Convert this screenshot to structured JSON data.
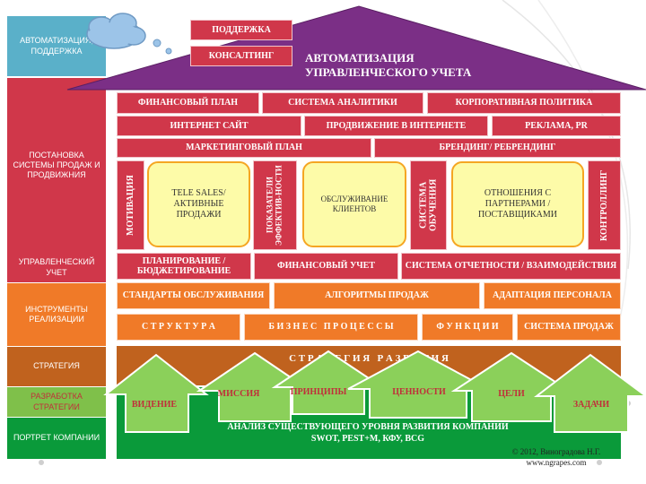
{
  "sidebar": [
    {
      "label": "АВТОМАТИЗАЦИЯ, ПОДДЕРЖКА",
      "color": "#5ab0c9"
    },
    {
      "label": "ПОСТАНОВКА СИСТЕМЫ ПРОДАЖ И ПРОДВИЖНИЯ",
      "color": "#d0374a"
    },
    {
      "label": "УПРАВЛЕНЧЕСКИЙ УЧЕТ",
      "color": "#d0374a"
    },
    {
      "label": "ИНСТРУМЕНТЫ РЕАЛИЗАЦИИ",
      "color": "#f07a28"
    },
    {
      "label": "СТРАТЕГИЯ",
      "color": "#c0621e"
    },
    {
      "label": "РАЗРАБОТКА СТРАТЕГИИ",
      "color": "#7fc04a"
    },
    {
      "label": "ПОРТРЕТ КОМПАНИИ",
      "color": "#0a9a3a"
    }
  ],
  "roof": {
    "title_line1": "АВТОМАТИЗАЦИЯ",
    "title_line2": "УПРАВЛЕНЧЕСКОГО УЧЕТА",
    "support": "ПОДДЕРЖКА",
    "consulting": "КОНСАЛТИНГ",
    "color": "#7b2f86"
  },
  "sales_rows": {
    "row1": [
      "ФИНАНСОВЫЙ ПЛАН",
      "СИСТЕМА АНАЛИТИКИ",
      "КОРПОРАТИВНАЯ ПОЛИТИКА"
    ],
    "row2": [
      "ИНТЕРНЕТ САЙТ",
      "ПРОДВИЖЕНИЕ В ИНТЕРНЕТЕ",
      "РЕКЛАМА, PR"
    ],
    "row3": [
      "МАРКЕТИНГОВЫЙ ПЛАН",
      "БРЕНДИНГ/ РЕБРЕНДИНГ"
    ]
  },
  "pillars": {
    "motivation": "МОТИВАЦИЯ",
    "kpi": "ПОКАЗАТЕЛИ ЭФФЕКТИВ-НОСТИ",
    "training": "СИСТЕМА ОБУЧЕНИЯ",
    "control": "КОНТРОЛЛИНГ"
  },
  "rooms": {
    "telesales": "TELE SALES/ АКТИВНЫЕ ПРОДАЖИ",
    "service": "ОБСЛУЖИВАНИЕ КЛИЕНТОВ",
    "partners": "ОТНОШЕНИЯ С ПАРТНЕРАМИ / ПОСТАВЩИКАМИ"
  },
  "management": [
    "ПЛАНИРОВАНИЕ / БЮДЖЕТИРОВАНИЕ",
    "ФИНАНСОВЫЙ УЧЕТ",
    "СИСТЕМА ОТЧЕТНОСТИ / ВЗАИМОДЕЙСТВИЯ"
  ],
  "tools_row1": [
    "СТАНДАРТЫ ОБСЛУЖИВАНИЯ",
    "АЛГОРИТМЫ ПРОДАЖ",
    "АДАПТАЦИЯ ПЕРСОНАЛА"
  ],
  "tools_row2": [
    "С Т Р У К Т У Р А",
    "Б И З Н Е С   П Р О Ц Е С С Ы",
    "Ф У Н К Ц И И",
    "СИСТЕМА ПРОДАЖ"
  ],
  "strategy": "С Т Р А Т Е Г И Я   Р А З В И Т И Я",
  "arrows": [
    "ВИДЕНИЕ",
    "МИССИЯ",
    "ПРИНЦИПЫ",
    "ЦЕННОСТИ",
    "ЦЕЛИ",
    "ЗАДАЧИ"
  ],
  "foundation_line1": "АНАЛИЗ СУЩЕСТВУЮЩЕГО УРОВНЯ РАЗВИТИЯ КОМПАНИИ",
  "foundation_line2": "SWOT, PEST+M, КФУ, BCG",
  "copyright_line1": "© 2012, Виноградова Н.Г.",
  "copyright_line2": "www.ngrapes.com"
}
